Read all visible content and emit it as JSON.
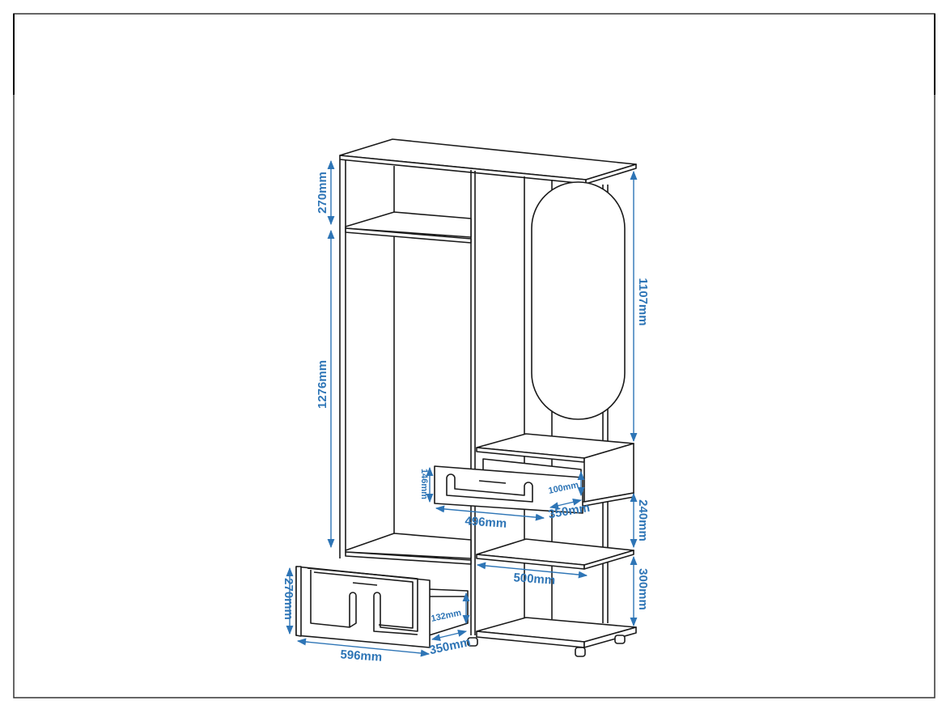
{
  "colors": {
    "dimension": "#2e75b6",
    "outline": "#1a1a1a"
  },
  "dimensions": {
    "top_shelf_height": "270mm",
    "hanging_height": "1276mm",
    "mirror_section_height": "1107mm",
    "upper_drawer_height": "146mm",
    "upper_drawer_inner_height": "100mm",
    "upper_drawer_depth": "350mm",
    "upper_drawer_width": "496mm",
    "middle_section_height": "240mm",
    "shelf_width": "500mm",
    "lower_section_height": "300mm",
    "lower_drawer_height": "270mm",
    "lower_drawer_inner_height": "132mm",
    "lower_drawer_depth": "350mm",
    "lower_drawer_width": "596mm"
  }
}
